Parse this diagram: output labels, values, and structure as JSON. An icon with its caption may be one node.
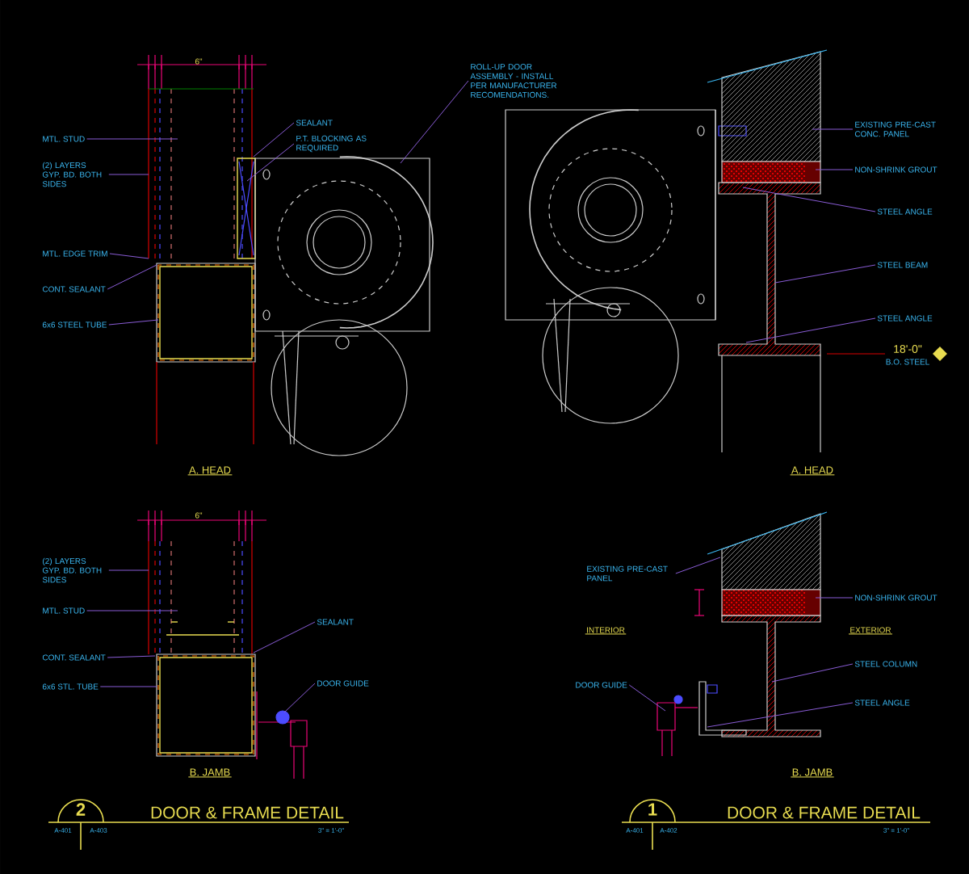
{
  "diagram": {
    "nodes": [
      {
        "text": [
          "MTL. STUD"
        ]
      },
      {
        "text": [
          "(2) LAYERS GYP. BD. BOTH SIDES"
        ]
      },
      {
        "text": [
          "MTL. EDGE TRIM"
        ]
      },
      {
        "text": [
          "CONT. SEALANT"
        ]
      },
      {
        "text": [
          "6x6 STEEL TUBE"
        ]
      },
      {
        "text": [
          "SEALANT"
        ]
      },
      {
        "text": [
          "P.T. BLOCKING AS REQUIRED"
        ]
      },
      {
        "text": [
          "ROLL-UP DOOR ASSEMBLY - INSTALL PER MANUFACTURER RECOMENDATIONS."
        ]
      },
      {
        "text": [
          "EXISTING PRE-CAST CONC. PANEL"
        ]
      },
      {
        "text": [
          "NON-SHRINK GROUT"
        ]
      },
      {
        "text": [
          "STEEL ANGLE"
        ]
      },
      {
        "text": [
          "STEEL BEAM"
        ]
      },
      {
        "text": [
          "STEEL ANGLE"
        ]
      },
      {
        "text": [
          "(2) LAYERS GYP. BD. BOTH SIDES"
        ]
      },
      {
        "text": [
          "MTL. STUD"
        ]
      },
      {
        "text": [
          "CONT. SEALANT"
        ]
      },
      {
        "text": [
          "6x6 STL. TUBE"
        ]
      },
      {
        "text": [
          "SEALANT"
        ]
      },
      {
        "text": [
          "DOOR GUIDE"
        ]
      },
      {
        "text": [
          "EXISTING PRE-CAST PANEL"
        ]
      },
      {
        "text": [
          "NON-SHRINK GROUT"
        ]
      },
      {
        "text": [
          "STEEL COLUMN"
        ]
      },
      {
        "text": [
          "STEEL ANGLE"
        ]
      },
      {
        "text": [
          "DOOR GUIDE"
        ]
      },
      {
        "text": [],
        "shape": "picture"
      },
      {
        "text": [],
        "shape": "picture"
      },
      {
        "text": [],
        "shape": "picture"
      },
      {
        "text": [],
        "shape": "picture"
      },
      {
        "text": [],
        "shape": "picture"
      },
      {
        "text": [],
        "shape": "picture"
      },
      {
        "text": [],
        "shape": "picture"
      }
    ],
    "edges": [
      {
        "from": 0,
        "to": 24,
        "arrow": "none"
      },
      {
        "from": 1,
        "to": 24,
        "arrow": "none"
      },
      {
        "from": 2,
        "to": 24,
        "arrow": "none"
      },
      {
        "from": 3,
        "to": 24,
        "arrow": "none"
      },
      {
        "from": 4,
        "to": 24,
        "arrow": "none"
      },
      {
        "from": 5,
        "to": 24,
        "arrow": "none"
      },
      {
        "from": 6,
        "to": 24,
        "arrow": "none"
      },
      {
        "from": 7,
        "to": 25,
        "arrow": "none"
      },
      {
        "from": 8,
        "to": 26,
        "arrow": "none"
      },
      {
        "from": 9,
        "to": 26,
        "arrow": "none"
      },
      {
        "from": 10,
        "to": 26,
        "arrow": "none"
      },
      {
        "from": 11,
        "to": 26,
        "arrow": "none"
      },
      {
        "from": 12,
        "to": 26,
        "arrow": "none"
      },
      {
        "from": 13,
        "to": 27,
        "arrow": "none"
      },
      {
        "from": 14,
        "to": 27,
        "arrow": "none"
      },
      {
        "from": 15,
        "to": 27,
        "arrow": "none"
      },
      {
        "from": 16,
        "to": 27,
        "arrow": "none"
      },
      {
        "from": 17,
        "to": 27,
        "arrow": "none"
      },
      {
        "from": 18,
        "to": 28,
        "arrow": "none"
      },
      {
        "from": 19,
        "to": 29,
        "arrow": "none"
      },
      {
        "from": 20,
        "to": 29,
        "arrow": "none"
      },
      {
        "from": 21,
        "to": 29,
        "arrow": "none"
      },
      {
        "from": 22,
        "to": 29,
        "arrow": "none"
      },
      {
        "from": 23,
        "to": 30,
        "arrow": "none"
      }
    ],
    "labels": [
      "6\"",
      "18'-0\"",
      "B.O. STEEL",
      "A. HEAD",
      "A. HEAD",
      "6\"",
      "INTERIOR",
      "EXTERIOR",
      "B. JAMB",
      "B. JAMB",
      "2",
      "DOOR & FRAME DETAIL",
      "A-401",
      "A-403",
      "3\" = 1'-0\"",
      "1",
      "DOOR & FRAME DETAIL",
      "A-401",
      "A-402",
      "3\" = 1'-0\""
    ]
  }
}
